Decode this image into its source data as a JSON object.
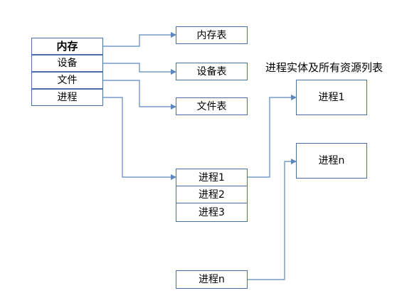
{
  "system_table": {
    "items": [
      "内存",
      "设备",
      "文件",
      "进程"
    ]
  },
  "resource_tables": {
    "memory": "内存表",
    "device": "设备表",
    "file": "文件表"
  },
  "process_list": {
    "items": [
      "进程1",
      "进程2",
      "进程3"
    ],
    "last": "进程n"
  },
  "process_entities": {
    "caption": "进程实体及所有资源列表",
    "first": "进程1",
    "last": "进程n"
  },
  "colors": {
    "box_border": "#4a6fa5",
    "connector": "#5b86c0"
  }
}
